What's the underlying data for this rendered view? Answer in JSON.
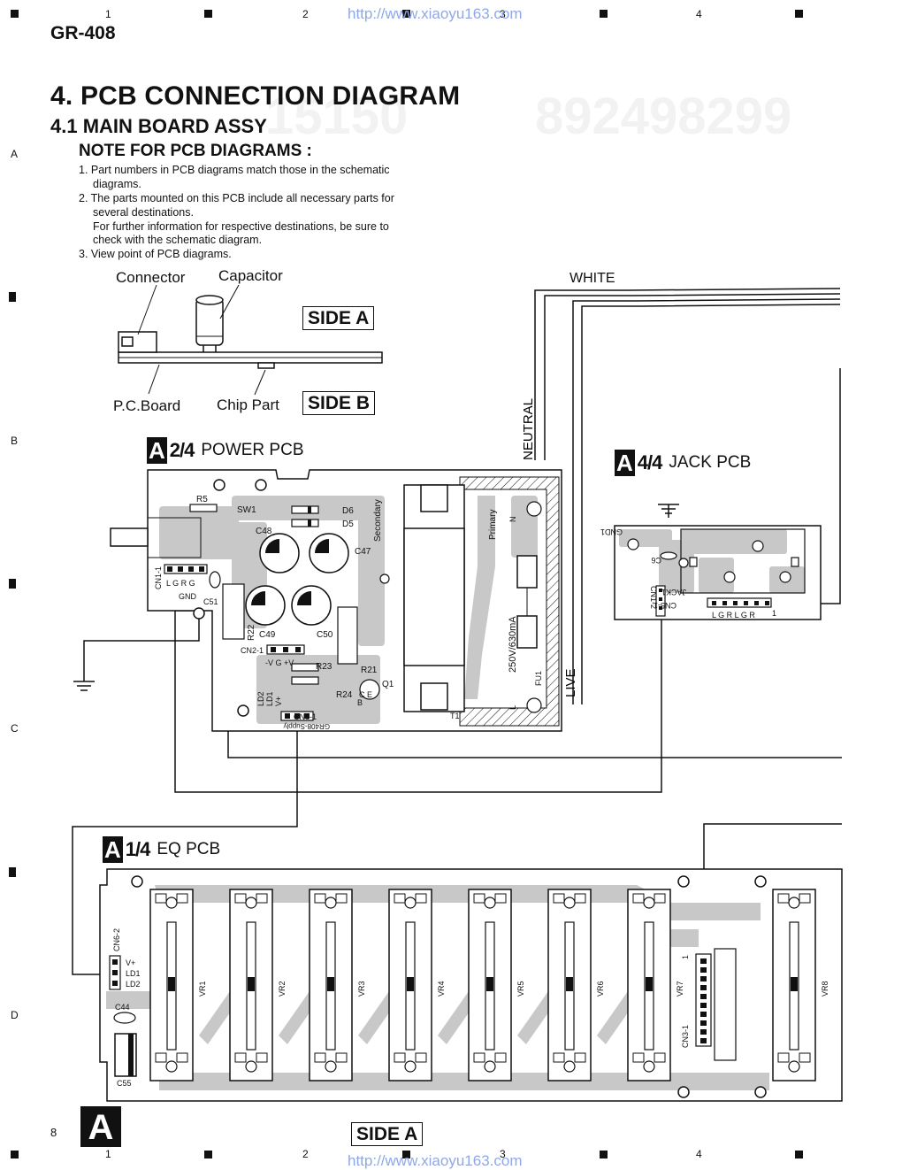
{
  "header": {
    "model": "GR-408",
    "url_top": "http://www.xiaoyu163.com",
    "url_bottom": "http://www.xiaoyu163.com",
    "column_numbers": [
      "1",
      "2",
      "3",
      "4"
    ],
    "row_letters": [
      "A",
      "B",
      "C",
      "D"
    ]
  },
  "titles": {
    "section": "4. PCB CONNECTION DIAGRAM",
    "subsection": "4.1 MAIN BOARD ASSY",
    "note_title": "NOTE FOR PCB DIAGRAMS :"
  },
  "notes": {
    "n1a": "1. Part numbers in PCB diagrams match those in the schematic",
    "n1b": "diagrams.",
    "n2a": "2. The parts mounted on this PCB include all necessary parts for",
    "n2b": "several destinations.",
    "n2c": "For further information for respective destinations, be sure to",
    "n2d": "check with the schematic diagram.",
    "n3": "3. View point of PCB diagrams."
  },
  "viewpoint": {
    "connector": "Connector",
    "capacitor": "Capacitor",
    "pc_board": "P.C.Board",
    "chip_part": "Chip Part",
    "side_a": "SIDE A",
    "side_b": "SIDE B"
  },
  "wires": {
    "white": "WHITE",
    "neutral": "NEUTRAL",
    "live": "LIVE"
  },
  "power_pcb": {
    "letter": "A",
    "fraction": "2/4",
    "name": "POWER PCB",
    "r5": "R5",
    "sw1": "SW1",
    "d6": "D6",
    "d5": "D5",
    "c48": "C48",
    "c47": "C47",
    "secondary": "Secondary",
    "primary": "Primary",
    "cn1": "CN1-1",
    "lgrg": "L G R G",
    "gnd": "GND",
    "c51": "C51",
    "r22": "R22",
    "c49": "C49",
    "c50": "C50",
    "cn2": "CN2-1",
    "vgv": "-V G +V",
    "r23": "R23",
    "r21": "R21",
    "r24": "R24",
    "q1": "Q1",
    "ce": "C E",
    "b": "B",
    "ld2": "LD2",
    "ld1": "LD1",
    "vplus": "V+",
    "cn6": "CN6-1",
    "supply": "GR408-Supply",
    "t1": "T1",
    "fuse": "250V/630mA",
    "fu1": "FU1",
    "n": "N",
    "l": "L"
  },
  "jack_pcb": {
    "letter": "A",
    "fraction": "4/4",
    "name": "JACK PCB",
    "gnd1": "GND1",
    "c6": "C6",
    "cn2": "CN1-2",
    "jack1": "JACK1",
    "cn5": "CN5-1",
    "lgrlgr": "L G R L G R",
    "one": "1"
  },
  "eq_pcb": {
    "letter": "A",
    "fraction": "1/4",
    "name": "EQ PCB",
    "cn6_2": "CN6-2",
    "vplus": "V+",
    "ld1": "LD1",
    "ld2": "LD2",
    "c44": "C44",
    "c55": "C55",
    "vr": [
      "VR1",
      "VR2",
      "VR3",
      "VR4",
      "VR5",
      "VR6",
      "VR7",
      "VR8"
    ],
    "cn3": "CN3-1",
    "one": "1"
  },
  "footer": {
    "page": "8",
    "big_letter": "A",
    "side": "SIDE A"
  }
}
